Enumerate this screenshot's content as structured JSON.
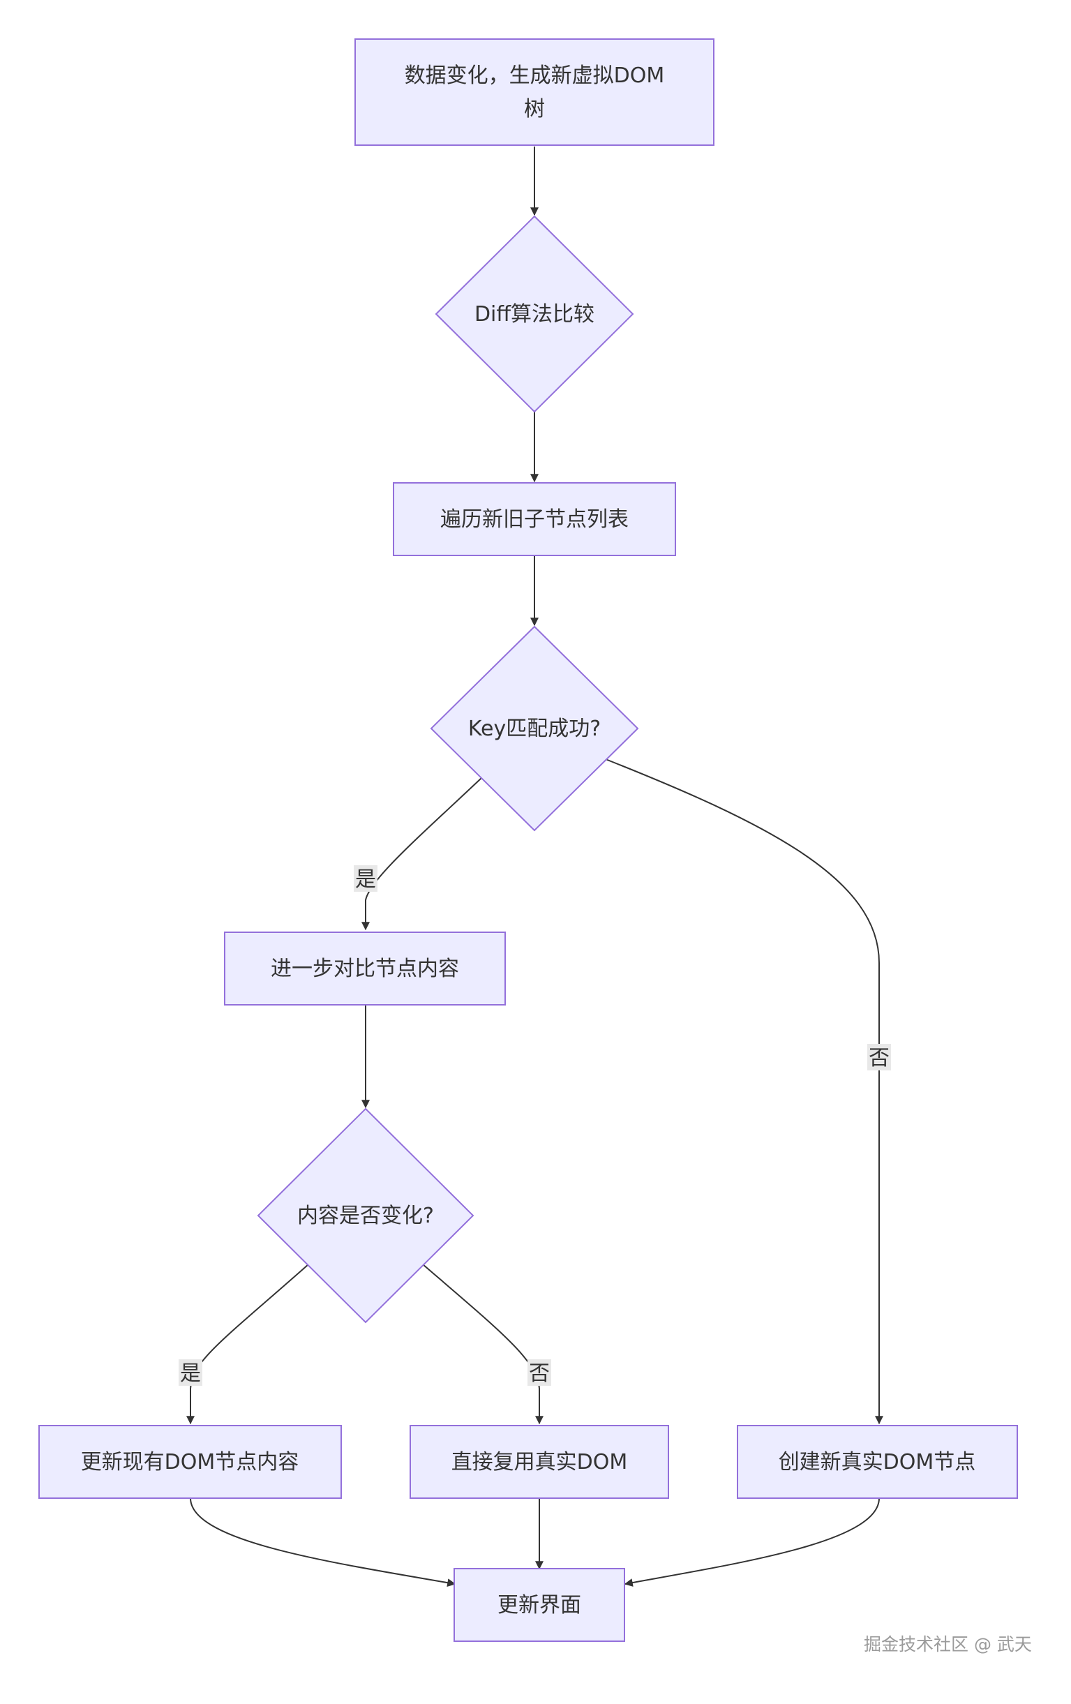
{
  "diagram": {
    "nodes": {
      "start": {
        "lines": [
          "数据变化，生成新虚拟DOM",
          "树"
        ]
      },
      "diff": {
        "lines": [
          "Diff算法比较"
        ]
      },
      "traverse": {
        "lines": [
          "遍历新旧子节点列表"
        ]
      },
      "key_match": {
        "lines": [
          "Key匹配成功?"
        ]
      },
      "compare_content": {
        "lines": [
          "进一步对比节点内容"
        ]
      },
      "content_changed": {
        "lines": [
          "内容是否变化?"
        ]
      },
      "update_existing": {
        "lines": [
          "更新现有DOM节点内容"
        ]
      },
      "reuse_dom": {
        "lines": [
          "直接复用真实DOM"
        ]
      },
      "create_new": {
        "lines": [
          "创建新真实DOM节点"
        ]
      },
      "update_ui": {
        "lines": [
          "更新界面"
        ]
      }
    },
    "edge_labels": {
      "key_yes": "是",
      "key_no": "否",
      "content_yes": "是",
      "content_no": "否"
    },
    "colors": {
      "node_fill": "#ECECFF",
      "node_stroke": "#9370DB",
      "edge": "#333333",
      "label_bg": "#E8E8E8",
      "text": "#333333"
    }
  },
  "watermark": "掘金技术社区 @ 武天"
}
